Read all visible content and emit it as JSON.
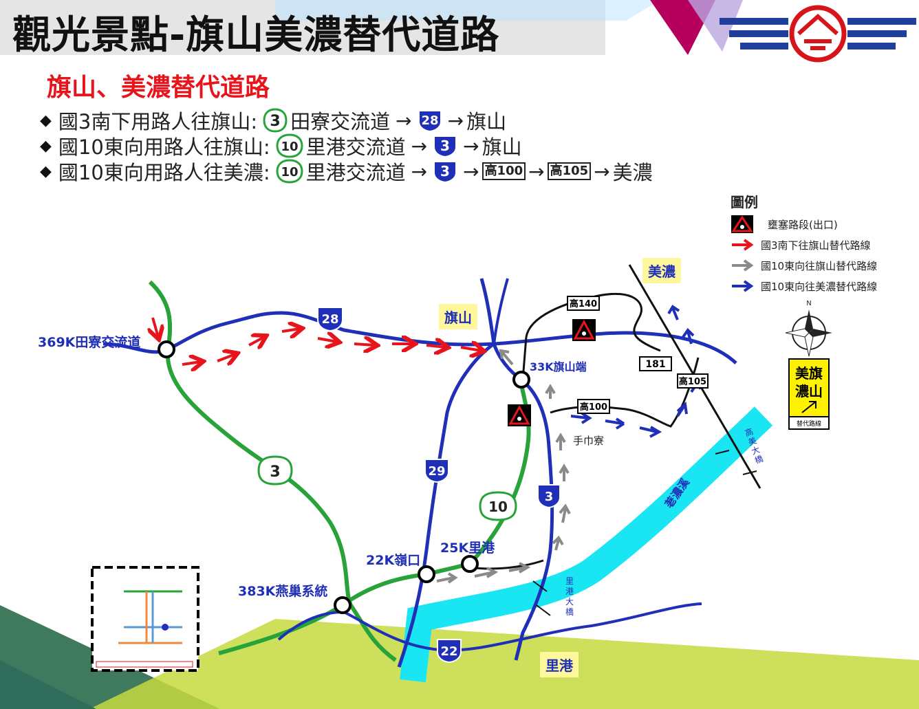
{
  "title": "觀光景點-旗山美濃替代道路",
  "subtitle": "旗山、美濃替代道路",
  "routes": [
    {
      "prefix": "國3南下用路人往旗山:",
      "shield1": "3",
      "mid": "田寮交流道",
      "shield2": "28",
      "end": "旗山"
    },
    {
      "prefix": "國10東向用路人往旗山:",
      "shield1": "10",
      "mid": "里港交流道",
      "shield2": "3",
      "end": "旗山"
    },
    {
      "prefix": "國10東向用路人往美濃:",
      "shield1": "10",
      "mid": "里港交流道",
      "shield2": "3",
      "box1": "高100",
      "box2": "高105",
      "end": "美濃"
    }
  ],
  "legend": {
    "title": "圖例",
    "items": [
      {
        "label": "壅塞路段(出口)",
        "color": "#000000"
      },
      {
        "label": "國3南下往旗山替代路線",
        "color": "#e8141b"
      },
      {
        "label": "國10東向往旗山替代路線",
        "color": "#8a8a8a"
      },
      {
        "label": "國10東向往美濃替代路線",
        "color": "#1f2fb8"
      }
    ]
  },
  "map": {
    "interchanges": {
      "tianliao": "369K田寮交流道",
      "yanchao": "383K燕巢系統",
      "lingkou": "22K嶺口",
      "ligang": "25K里港",
      "qishan_end": "33K旗山端"
    },
    "towns": {
      "qishan": "旗山",
      "meinong": "美濃",
      "ligang": "里港",
      "shoujinliao": "手巾寮"
    },
    "roads": {
      "r3_fwy": "3",
      "r10_fwy": "10",
      "p28": "28",
      "p29": "29",
      "p3": "3",
      "p22": "22",
      "k140": "高140",
      "k100": "高100",
      "k105": "高105",
      "r181": "181"
    },
    "river": "荖濃溪",
    "bridges": {
      "gaomei": "高美大橋",
      "ligang": "里港大橋"
    },
    "sign": {
      "line1": "美旗",
      "line2": "濃山",
      "foot": "替代路線"
    }
  },
  "colors": {
    "freeway": "#27a33a",
    "provincial": "#1f2fb8",
    "river": "#19e6f2",
    "red_route": "#e8141b",
    "gray_route": "#8a8a8a"
  }
}
